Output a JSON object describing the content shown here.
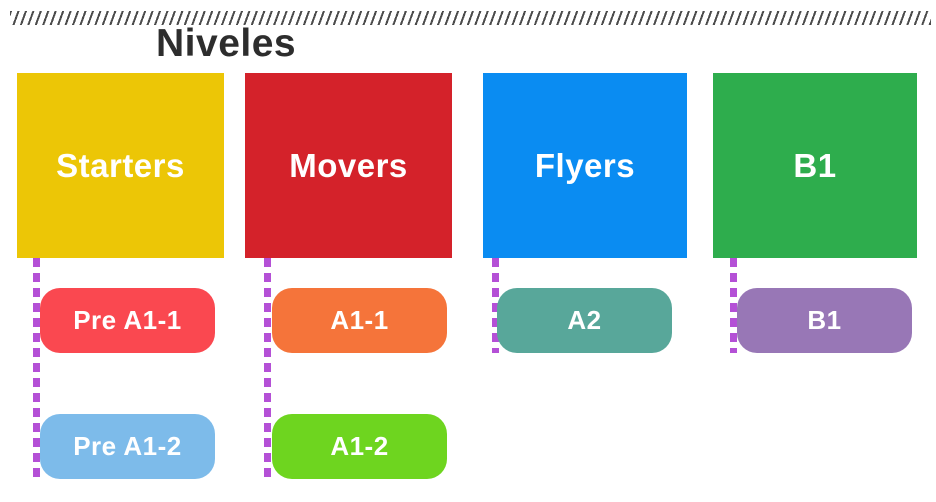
{
  "title": "Niveles",
  "decoration": {
    "hatch_color": "#4c4c4c",
    "title_color": "#2d2d2d",
    "connector_color": "#b450d6"
  },
  "columns": [
    {
      "id": "starters",
      "label": "Starters",
      "color": "#ecc606",
      "levels": [
        {
          "label": "Pre A1-1",
          "color": "#fa4850"
        },
        {
          "label": "Pre A1-2",
          "color": "#7dbbea"
        }
      ]
    },
    {
      "id": "movers",
      "label": "Movers",
      "color": "#d4222a",
      "levels": [
        {
          "label": "A1-1",
          "color": "#f5743a"
        },
        {
          "label": "A1-2",
          "color": "#6ed51f"
        }
      ]
    },
    {
      "id": "flyers",
      "label": "Flyers",
      "color": "#0a8cf2",
      "levels": [
        {
          "label": "A2",
          "color": "#58a79a"
        }
      ]
    },
    {
      "id": "b1",
      "label": "B1",
      "color": "#2ead4d",
      "levels": [
        {
          "label": "B1",
          "color": "#9877b6"
        }
      ]
    }
  ]
}
